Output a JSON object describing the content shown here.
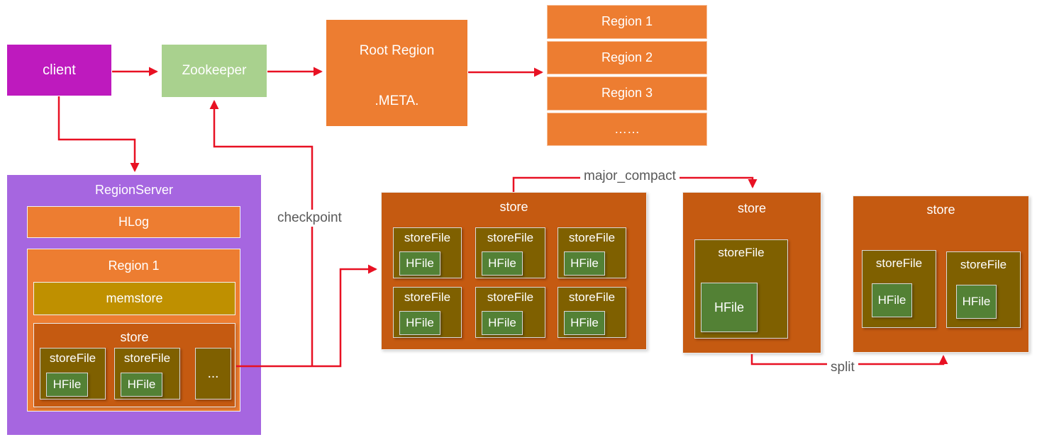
{
  "diagram": {
    "client": {
      "label": "client"
    },
    "zookeeper": {
      "label": "Zookeeper"
    },
    "root_region": {
      "title": "Root Region",
      "subtitle": ".META."
    },
    "meta_table": {
      "rows": [
        "Region 1",
        "Region 2",
        "Region 3",
        "……"
      ]
    },
    "region_server": {
      "title": "RegionServer",
      "hlog_label": "HLog",
      "region": {
        "title": "Region 1",
        "memstore_label": "memstore",
        "store": {
          "title": "store",
          "storefile_label": "storeFile",
          "hfile_label": "HFile",
          "more_label": "..."
        }
      }
    },
    "flush_store": {
      "title": "store",
      "storefile_label": "storeFile",
      "hfile_label": "HFile"
    },
    "compacted_store": {
      "title": "store",
      "storefile_label": "storeFile",
      "hfile_label": "HFile"
    },
    "split_store": {
      "title": "store",
      "storefile_label": "storeFile",
      "hfile_label": "HFile"
    },
    "edge_labels": {
      "checkpoint": "checkpoint",
      "major_compact": "major_compact",
      "split": "split"
    },
    "colors": {
      "client_magenta": "#BE1ABE",
      "zookeeper_green": "#A9D18E",
      "orange": "#ED7D31",
      "store_dark_orange": "#C55A11",
      "storefile_olive": "#7F6000",
      "memstore_gold": "#BF9000",
      "hfile_green": "#538135",
      "region_server_purple": "#A666E0",
      "arrow_red": "#E81123",
      "edge_label_gray": "#595959"
    }
  }
}
